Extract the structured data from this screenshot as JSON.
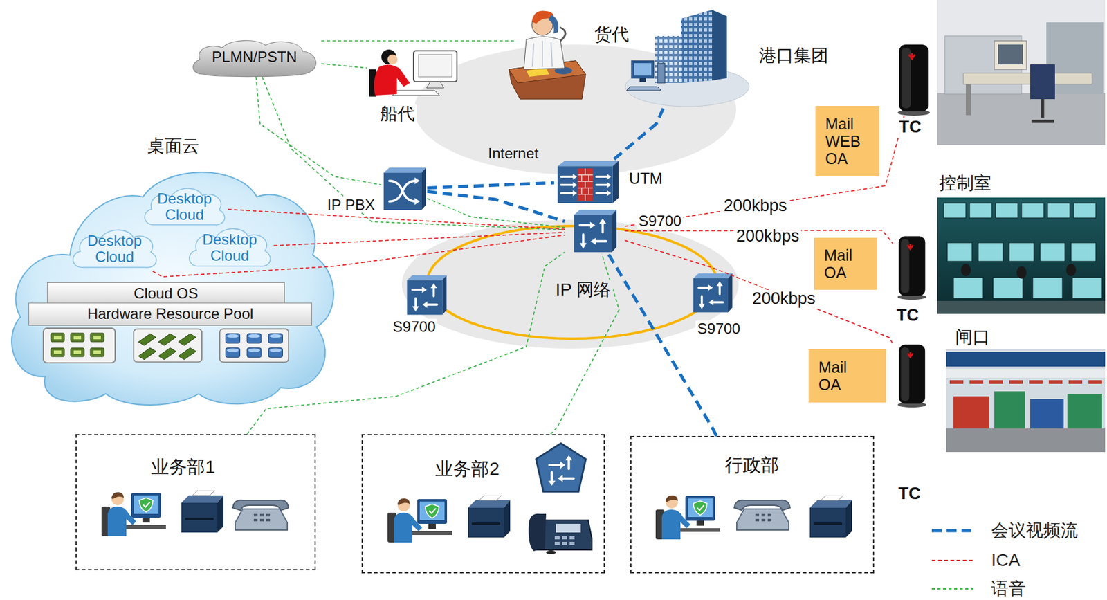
{
  "diagram": {
    "nodes": [
      {
        "text": [
          "PLMN/PSTN"
        ]
      },
      {
        "text": [
          "船代"
        ]
      },
      {
        "text": [
          "货代"
        ]
      },
      {
        "text": [
          "港口集团"
        ]
      },
      {
        "text": [
          "Internet"
        ]
      },
      {
        "text": [
          "桌面云"
        ]
      },
      {
        "text": [
          "Desktop Cloud"
        ],
        "in": 5
      },
      {
        "text": [
          "Desktop Cloud"
        ],
        "in": 5
      },
      {
        "text": [
          "Desktop Cloud"
        ],
        "in": 5
      },
      {
        "text": [
          "Cloud OS"
        ],
        "in": 5
      },
      {
        "text": [
          "Hardware Resource Pool"
        ],
        "in": 5
      },
      {
        "text": [
          "IP PBX"
        ]
      },
      {
        "text": [
          "UTM"
        ]
      },
      {
        "text": [
          "IP 网络"
        ]
      },
      {
        "text": [
          "S9700"
        ],
        "in": 13
      },
      {
        "text": [
          "S9700"
        ],
        "in": 13
      },
      {
        "text": [
          "S9700"
        ],
        "in": 13
      },
      {
        "text": [
          "TC"
        ]
      },
      {
        "text": [
          "Mail WEB OA"
        ]
      },
      {
        "text": [
          "TC"
        ]
      },
      {
        "text": [
          "Mail OA"
        ]
      },
      {
        "text": [
          "TC"
        ]
      },
      {
        "text": [
          "Mail OA"
        ]
      },
      {
        "text": [
          "业务部1"
        ]
      },
      {
        "text": [
          "业务部2"
        ]
      },
      {
        "text": [
          "行政部"
        ]
      }
    ],
    "edges": [
      {
        "from": 0,
        "to": 2,
        "arrow": "none"
      },
      {
        "from": 0,
        "to": 1,
        "arrow": "none"
      },
      {
        "from": 0,
        "to": 11,
        "arrow": "none"
      },
      {
        "from": 0,
        "to": 14,
        "arrow": "none"
      },
      {
        "from": 11,
        "to": 12,
        "arrow": "none"
      },
      {
        "from": 11,
        "to": 14,
        "arrow": "none"
      },
      {
        "from": 12,
        "to": 3,
        "arrow": "none"
      },
      {
        "from": 11,
        "to": 14,
        "arrow": "none"
      },
      {
        "from": 6,
        "to": 14,
        "arrow": "none"
      },
      {
        "from": 7,
        "to": 14,
        "arrow": "none"
      },
      {
        "from": 8,
        "to": 14,
        "arrow": "none"
      },
      {
        "from": 14,
        "to": 17,
        "label": "200kbps",
        "arrow": "none"
      },
      {
        "from": 14,
        "to": 19,
        "label": "200kbps",
        "arrow": "none"
      },
      {
        "from": 14,
        "to": 21,
        "label": "200kbps",
        "arrow": "none"
      },
      {
        "from": 23,
        "to": 14,
        "arrow": "none"
      },
      {
        "from": 24,
        "to": 14,
        "arrow": "none"
      },
      {
        "from": 25,
        "to": 14,
        "arrow": "none"
      }
    ],
    "labels": [
      "控制室",
      "闸口"
    ],
    "legend": [
      {
        "text": "会议视频流"
      },
      {
        "text": "ICA"
      },
      {
        "text": "语音"
      }
    ]
  }
}
